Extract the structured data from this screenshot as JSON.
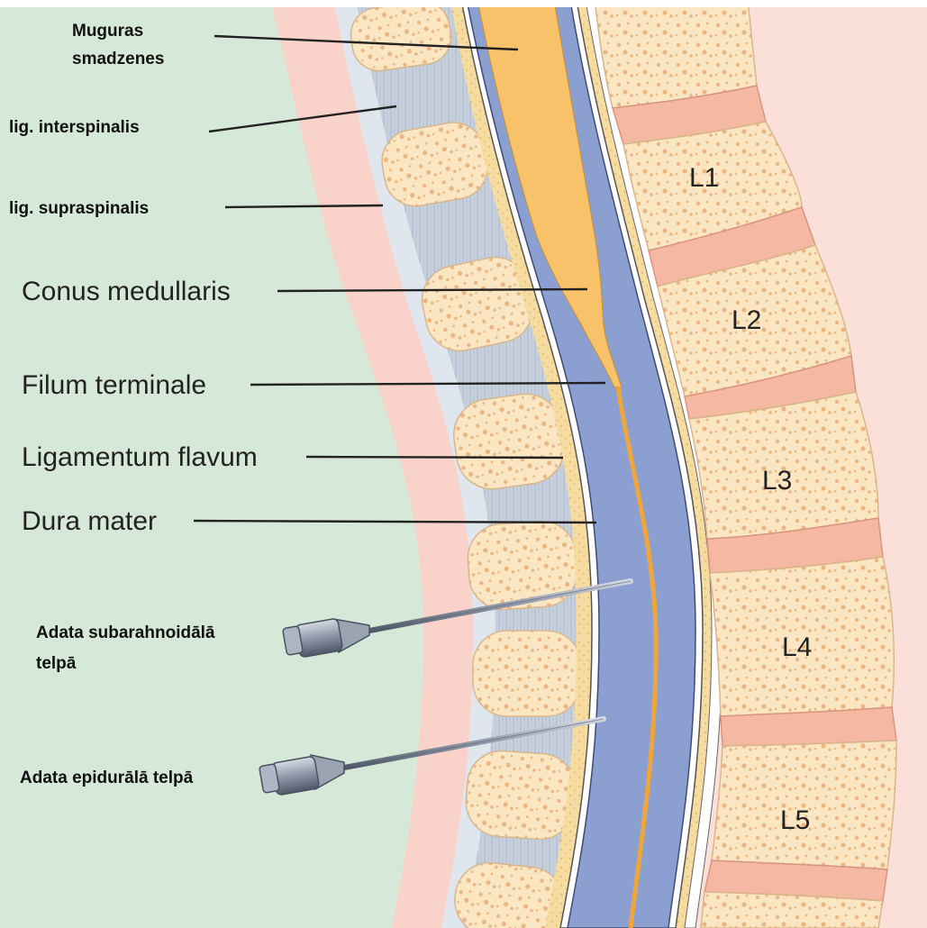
{
  "labels": {
    "muguras_1": "Muguras",
    "muguras_2": "smadzenes",
    "interspinalis": "lig. interspinalis",
    "supraspinalis": "lig. supraspinalis",
    "conus": "Conus medullaris",
    "filum": "Filum terminale",
    "flavum": "Ligamentum flavum",
    "dura": "Dura mater",
    "needle_sub_1": "Adata subarahnoidālā",
    "needle_sub_2": "telpā",
    "needle_epi": "Adata epidurālā telpā"
  },
  "vertebrae": [
    "L1",
    "L2",
    "L3",
    "L4",
    "L5"
  ],
  "colors": {
    "background_left": "#d6e8d8",
    "background_right": "#fbe0da",
    "skin": "#f9d2c9",
    "bone": "#fbe6c4",
    "disc": "#f5b8a3",
    "ligament": "#c8d2de",
    "csf_space": "#8b9fd0",
    "spinal_cord": "#f8c26a",
    "dura": "#ffffff",
    "epidural_fat": "#f6dca0",
    "needle": "#8c96a6"
  }
}
